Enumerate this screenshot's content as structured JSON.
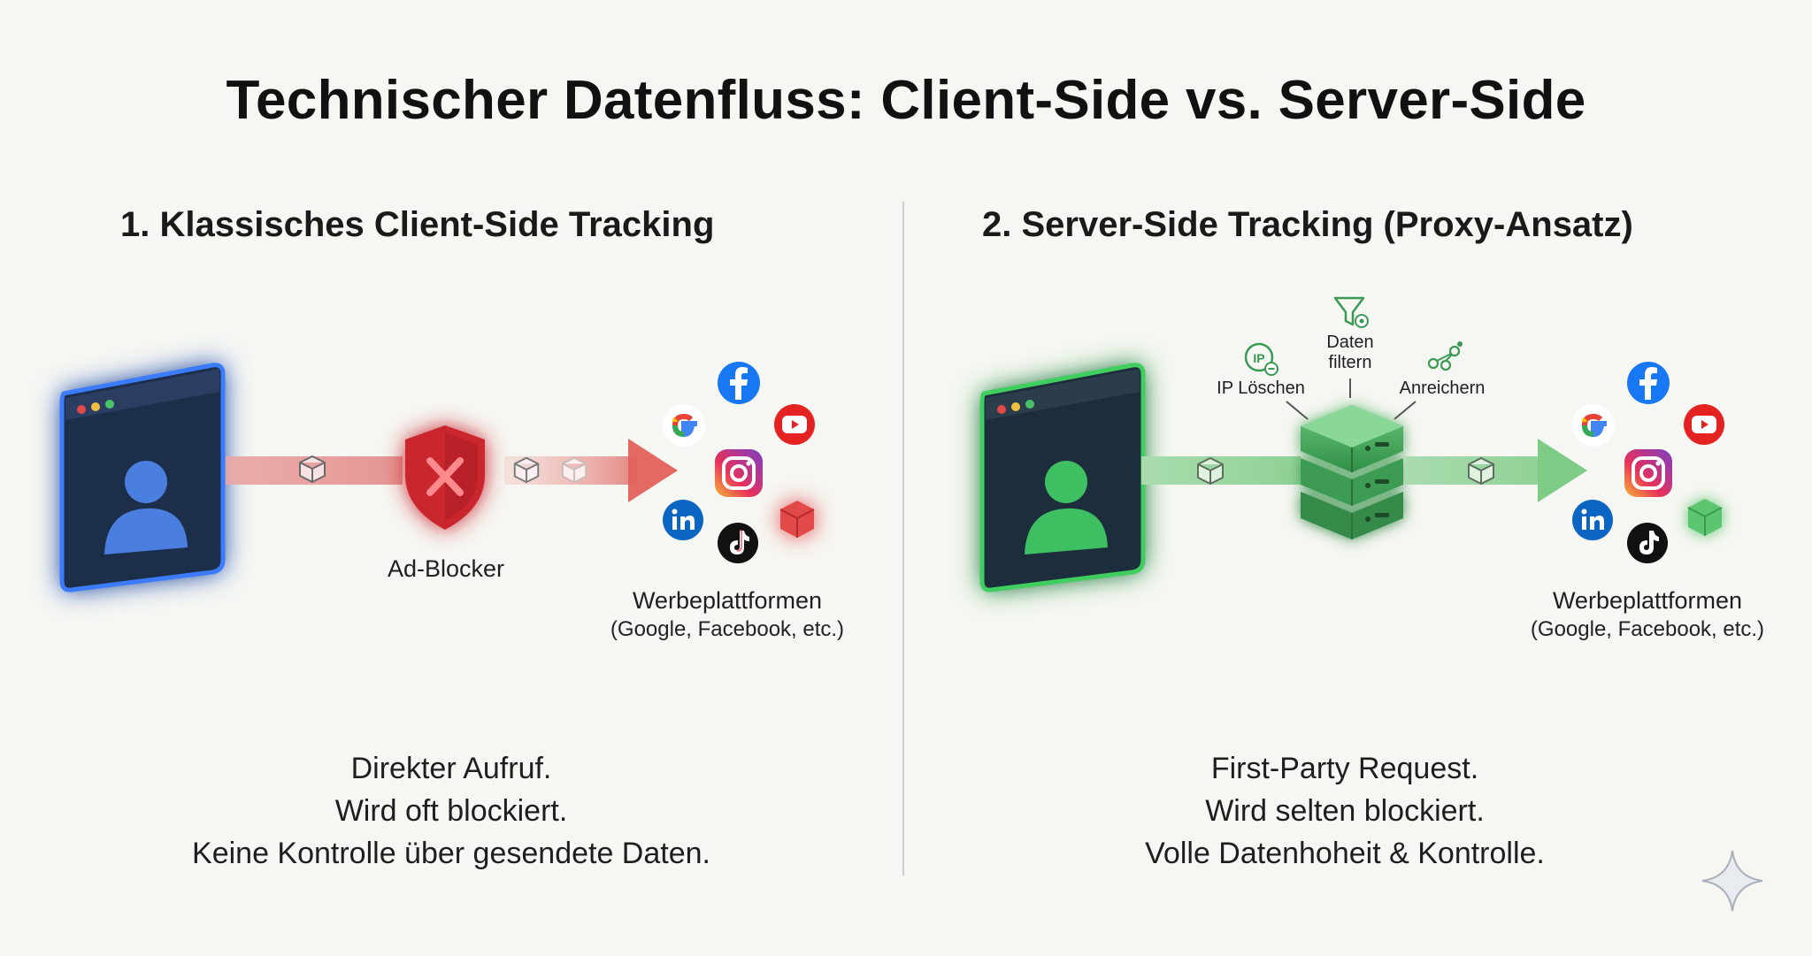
{
  "title": "Technischer Datenfluss: Client-Side vs. Server-Side",
  "client_side": {
    "heading": "1. Klassisches Client-Side Tracking",
    "blocker_label": "Ad-Blocker",
    "platforms_label": "Werbeplattformen",
    "platforms_sub": "(Google, Facebook, etc.)",
    "description": [
      "Direkter Aufruf.",
      "Wird oft blockiert.",
      "Keine Kontrolle über gesendete Daten."
    ]
  },
  "server_side": {
    "heading": "2. Server-Side Tracking (Proxy-Ansatz)",
    "step_ip": "IP Löschen",
    "step_filter_line1": "Daten",
    "step_filter_line2": "filtern",
    "step_enrich": "Anreichern",
    "platforms_label": "Werbeplattformen",
    "platforms_sub": "(Google, Facebook, etc.)",
    "description": [
      "First-Party Request.",
      "Wird selten blockiert.",
      "Volle Datenhoheit & Kontrolle."
    ]
  },
  "platform_icons": [
    "google-icon",
    "facebook-icon",
    "youtube-icon",
    "instagram-icon",
    "linkedin-icon",
    "tiktok-icon"
  ],
  "platform_glyphs": {
    "google": "G",
    "facebook": "f",
    "linkedin": "in",
    "tiktok": "♪"
  },
  "colors": {
    "client_accent": "#2f6fdc",
    "blocked_red": "#d8343a",
    "server_green": "#3aa85a",
    "facebook": "#1877f2",
    "youtube": "#ff0000",
    "linkedin": "#0a66c2"
  }
}
